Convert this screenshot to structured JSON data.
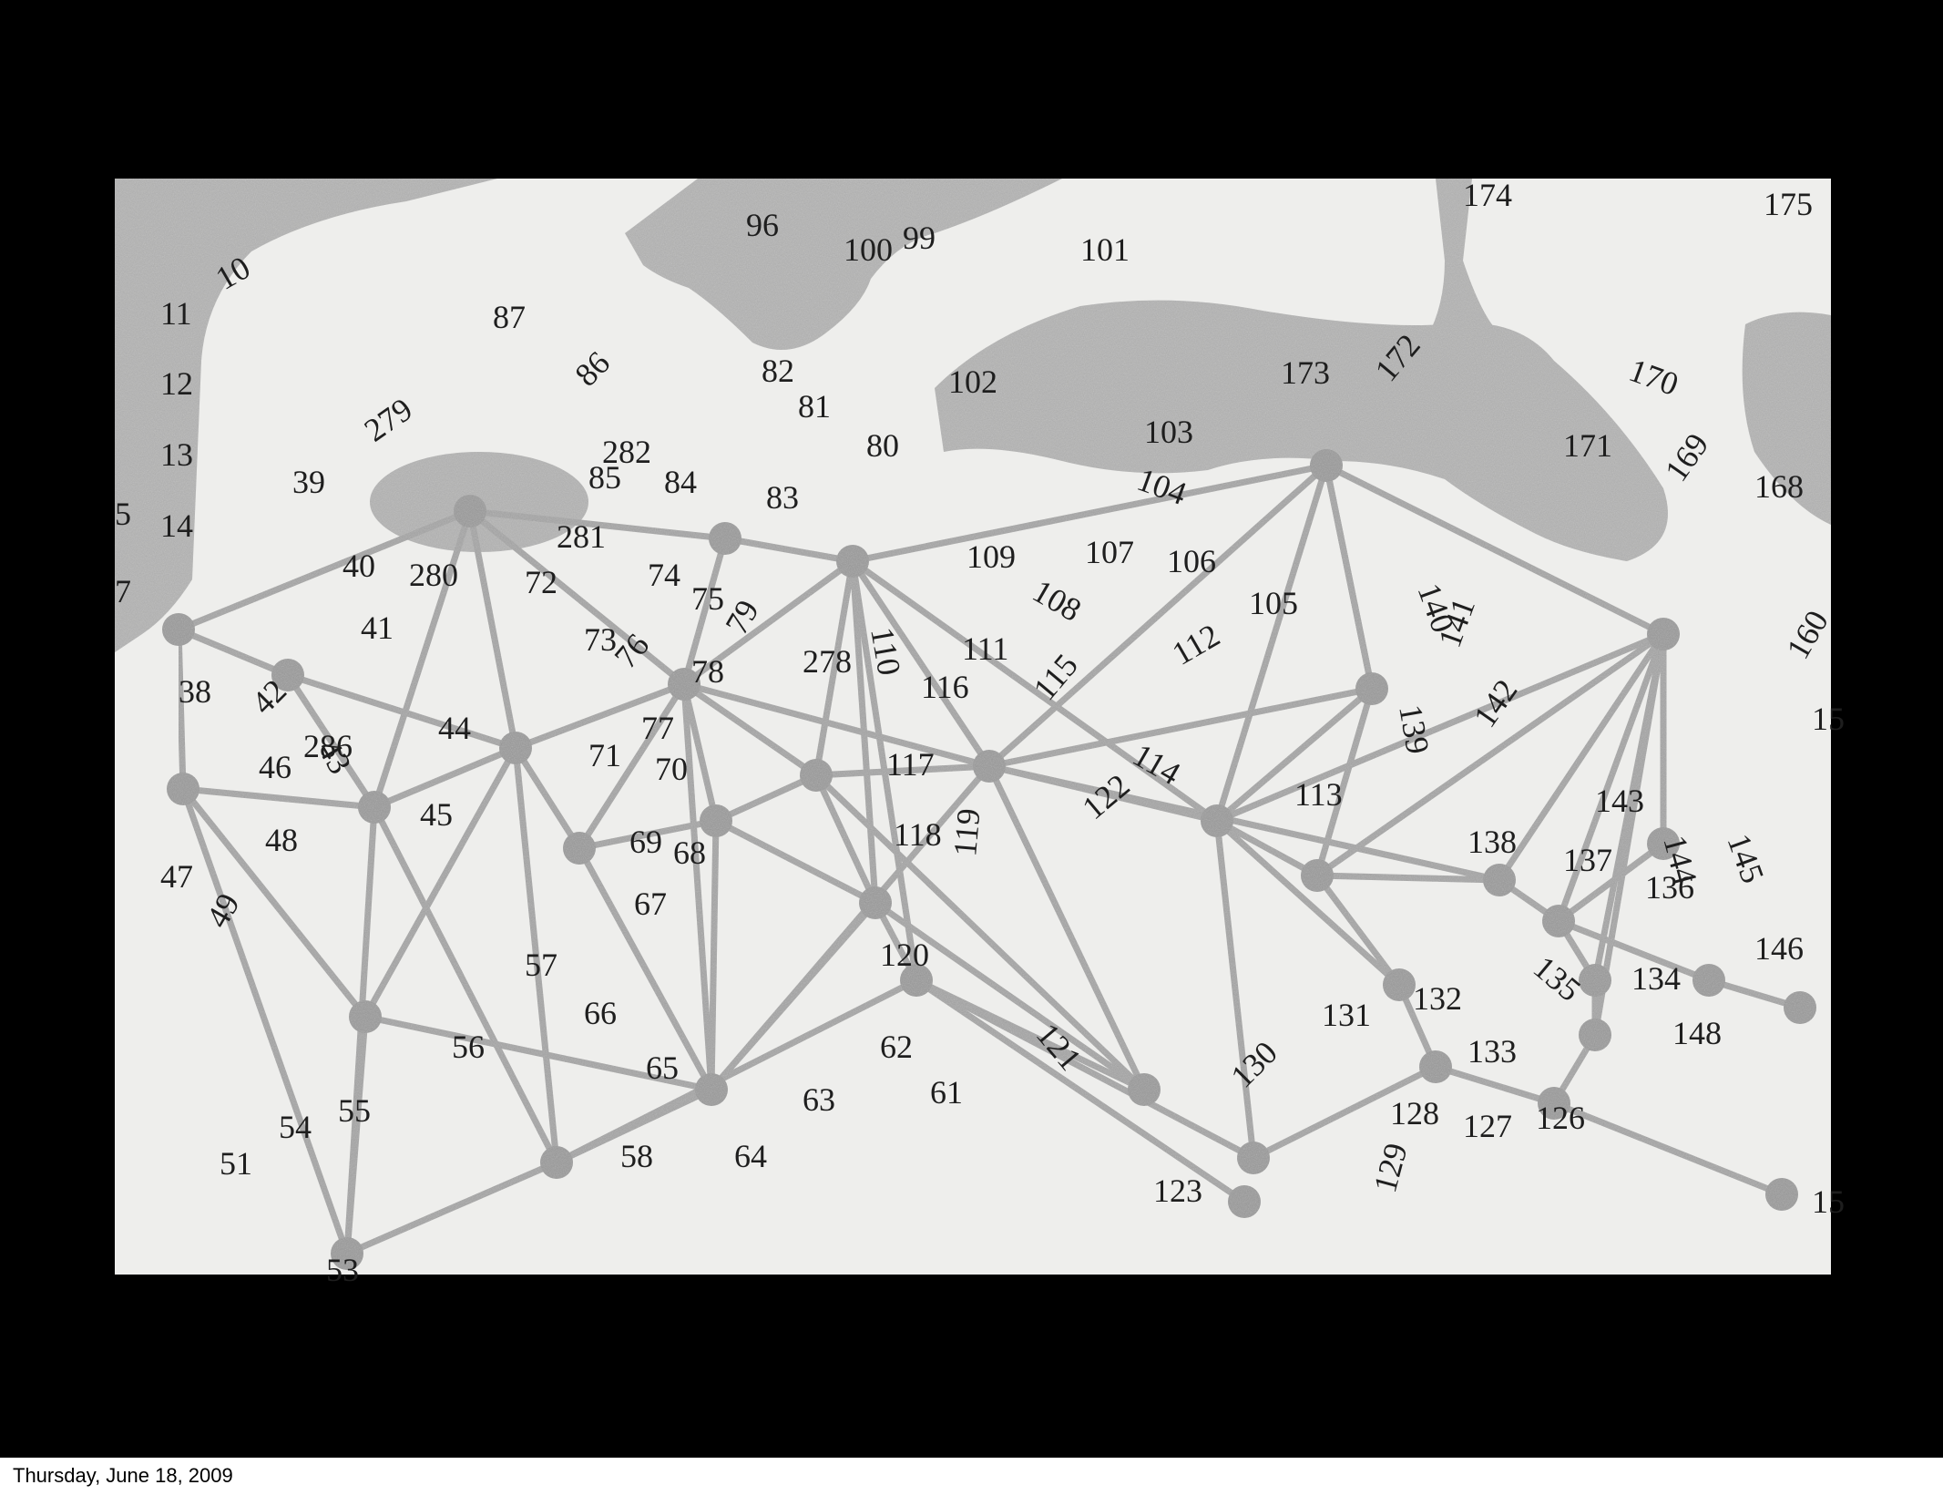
{
  "footer": {
    "date": "Thursday, June 18, 2009"
  },
  "colors": {
    "background": "#000000",
    "paper": "#eeeeec",
    "strand": "#a5a5a5",
    "mass": "#a8a8a8",
    "ink": "#1e1e1e"
  },
  "figure": {
    "labels": [
      {
        "t": "5"
      },
      {
        "t": "7"
      },
      {
        "t": "10"
      },
      {
        "t": "11"
      },
      {
        "t": "12"
      },
      {
        "t": "13"
      },
      {
        "t": "14"
      },
      {
        "t": "38"
      },
      {
        "t": "39"
      },
      {
        "t": "40"
      },
      {
        "t": "41"
      },
      {
        "t": "42"
      },
      {
        "t": "43"
      },
      {
        "t": "44"
      },
      {
        "t": "45"
      },
      {
        "t": "46"
      },
      {
        "t": "47"
      },
      {
        "t": "48"
      },
      {
        "t": "49"
      },
      {
        "t": "51"
      },
      {
        "t": "53"
      },
      {
        "t": "54"
      },
      {
        "t": "55"
      },
      {
        "t": "56"
      },
      {
        "t": "57"
      },
      {
        "t": "58"
      },
      {
        "t": "61"
      },
      {
        "t": "62"
      },
      {
        "t": "63"
      },
      {
        "t": "64"
      },
      {
        "t": "65"
      },
      {
        "t": "66"
      },
      {
        "t": "67"
      },
      {
        "t": "68"
      },
      {
        "t": "69"
      },
      {
        "t": "70"
      },
      {
        "t": "71"
      },
      {
        "t": "72"
      },
      {
        "t": "73"
      },
      {
        "t": "74"
      },
      {
        "t": "75"
      },
      {
        "t": "76"
      },
      {
        "t": "77"
      },
      {
        "t": "78"
      },
      {
        "t": "79"
      },
      {
        "t": "80"
      },
      {
        "t": "81"
      },
      {
        "t": "82"
      },
      {
        "t": "83"
      },
      {
        "t": "84"
      },
      {
        "t": "85"
      },
      {
        "t": "86"
      },
      {
        "t": "87"
      },
      {
        "t": "96"
      },
      {
        "t": "99"
      },
      {
        "t": "100"
      },
      {
        "t": "101"
      },
      {
        "t": "102"
      },
      {
        "t": "103"
      },
      {
        "t": "104"
      },
      {
        "t": "105"
      },
      {
        "t": "106"
      },
      {
        "t": "107"
      },
      {
        "t": "108"
      },
      {
        "t": "109"
      },
      {
        "t": "110"
      },
      {
        "t": "111"
      },
      {
        "t": "112"
      },
      {
        "t": "113"
      },
      {
        "t": "114"
      },
      {
        "t": "115"
      },
      {
        "t": "116"
      },
      {
        "t": "117"
      },
      {
        "t": "118"
      },
      {
        "t": "119"
      },
      {
        "t": "120"
      },
      {
        "t": "121"
      },
      {
        "t": "122"
      },
      {
        "t": "123"
      },
      {
        "t": "126"
      },
      {
        "t": "127"
      },
      {
        "t": "128"
      },
      {
        "t": "129"
      },
      {
        "t": "130"
      },
      {
        "t": "131"
      },
      {
        "t": "132"
      },
      {
        "t": "133"
      },
      {
        "t": "134"
      },
      {
        "t": "135"
      },
      {
        "t": "136"
      },
      {
        "t": "137"
      },
      {
        "t": "138"
      },
      {
        "t": "139"
      },
      {
        "t": "140"
      },
      {
        "t": "141"
      },
      {
        "t": "142"
      },
      {
        "t": "143"
      },
      {
        "t": "144"
      },
      {
        "t": "145"
      },
      {
        "t": "146"
      },
      {
        "t": "148"
      },
      {
        "t": "15"
      },
      {
        "t": "15"
      },
      {
        "t": "160"
      },
      {
        "t": "168"
      },
      {
        "t": "169"
      },
      {
        "t": "170"
      },
      {
        "t": "171"
      },
      {
        "t": "172"
      },
      {
        "t": "173"
      },
      {
        "t": "174"
      },
      {
        "t": "175"
      },
      {
        "t": "278"
      },
      {
        "t": "279"
      },
      {
        "t": "280"
      },
      {
        "t": "281"
      },
      {
        "t": "282"
      },
      {
        "t": "286"
      }
    ]
  }
}
